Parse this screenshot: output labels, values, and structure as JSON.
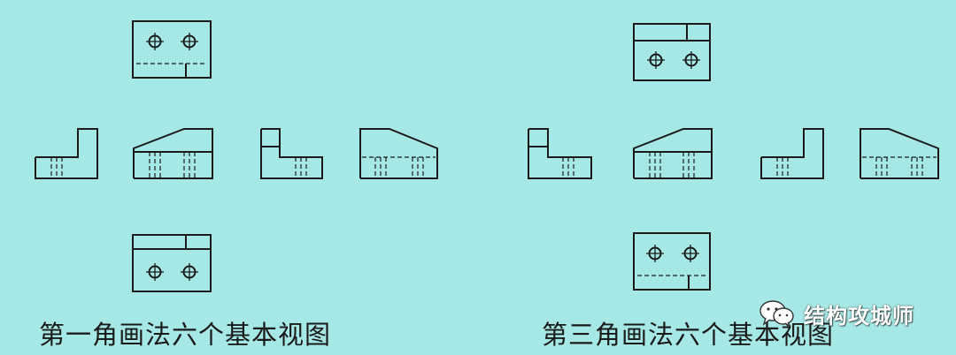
{
  "captions": {
    "first_angle": "第一角画法六个基本视图",
    "third_angle": "第三角画法六个基本视图"
  },
  "watermark": {
    "text": "结构攻城师",
    "icon": "wechat-icon"
  },
  "colors": {
    "background": "#a6e8e6",
    "line": "#1a1a1a",
    "watermark_text": "#ffffff"
  }
}
